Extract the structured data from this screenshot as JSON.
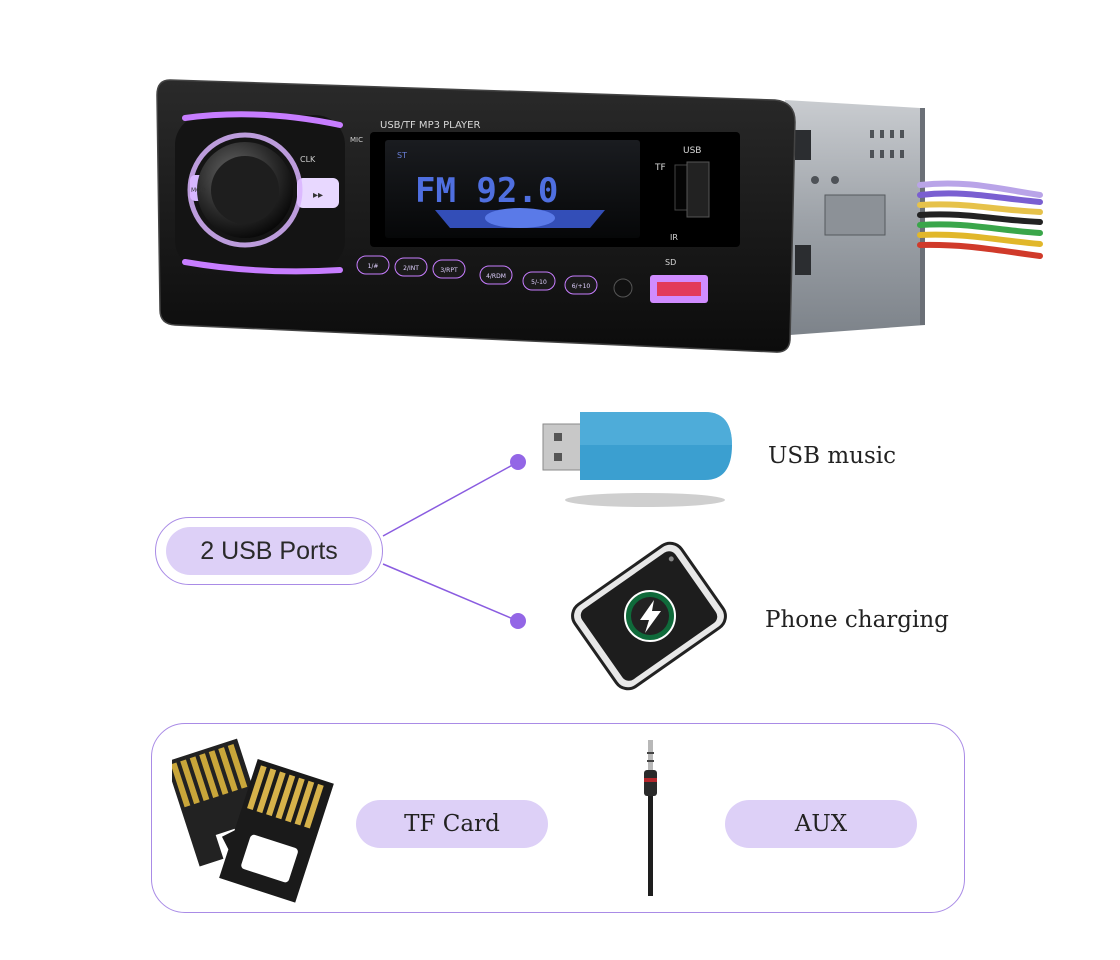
{
  "radio": {
    "brand_text": "USB/TF MP3 PLAYER",
    "display_text": "FM  92.0",
    "st_indicator": "ST",
    "mic_label": "MIC",
    "usb_label": "USB",
    "tf_label": "TF",
    "ir_label": "IR",
    "sd_label": "SD",
    "knob_left_label": "MOD",
    "clk_label": "CLK",
    "buttons": [
      "1/#",
      "2/INT",
      "3/RPT",
      "4/RDM",
      "5/-10",
      "6/+10"
    ],
    "accent_color": "#c77dff"
  },
  "callout": {
    "usb_ports_label": "2 USB Ports",
    "usb_music_label": "USB music",
    "phone_charging_label": "Phone charging"
  },
  "bottom": {
    "tf_card_label": "TF Card",
    "aux_label": "AUX"
  },
  "colors": {
    "pill_fill": "#ddd0f7",
    "pill_border": "#a98be6",
    "connector": "#8a5ce0",
    "usb_stick": "#3b9fd0"
  }
}
